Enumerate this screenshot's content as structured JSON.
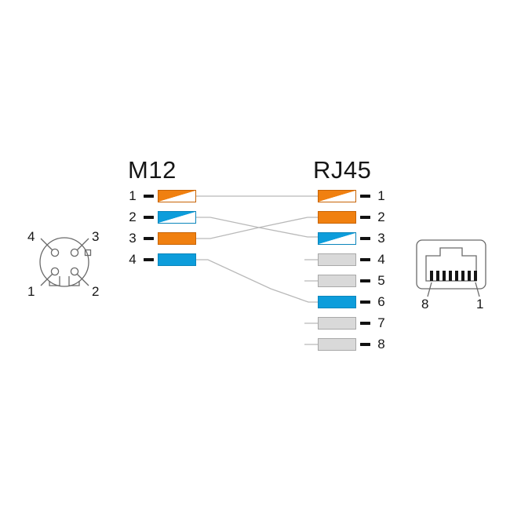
{
  "diagram": {
    "title_left": "M12",
    "title_right": "RJ45",
    "background_color": "#ffffff",
    "line_color": "#b9b9b9",
    "outline_color": "#555555",
    "colors": {
      "orange": "#F08010",
      "orange_border": "#C86405",
      "blue": "#0D9DDB",
      "blue_border": "#0B86BC",
      "gray": "#D9D9D9",
      "gray_border": "#A8A8A8",
      "dash_black": "#121212"
    }
  },
  "m12": {
    "label": "M12",
    "pins": [
      {
        "number": "1",
        "wire": "orange-white",
        "wire_label": "orange/white"
      },
      {
        "number": "2",
        "wire": "blue-white",
        "wire_label": "blue/white"
      },
      {
        "number": "3",
        "wire": "orange",
        "wire_label": "orange"
      },
      {
        "number": "4",
        "wire": "blue",
        "wire_label": "blue"
      }
    ],
    "connector_face": {
      "type": "m12-4pin-d-coded-socket",
      "hole_labels": [
        "4",
        "3",
        "1",
        "2"
      ]
    }
  },
  "rj45": {
    "label": "RJ45",
    "pins": [
      {
        "number": "1",
        "wire": "orange-white",
        "wire_label": "orange/white"
      },
      {
        "number": "2",
        "wire": "orange",
        "wire_label": "orange"
      },
      {
        "number": "3",
        "wire": "blue-white",
        "wire_label": "blue/white"
      },
      {
        "number": "4",
        "wire": "gray",
        "wire_label": "unused"
      },
      {
        "number": "5",
        "wire": "gray",
        "wire_label": "unused"
      },
      {
        "number": "6",
        "wire": "blue",
        "wire_label": "blue"
      },
      {
        "number": "7",
        "wire": "gray",
        "wire_label": "unused"
      },
      {
        "number": "8",
        "wire": "gray",
        "wire_label": "unused"
      }
    ],
    "connector_face": {
      "type": "rj45-jack-8p8c",
      "contact_count": 8,
      "left_label": "8",
      "right_label": "1"
    }
  },
  "connections": [
    {
      "from": "M12-1",
      "to": "RJ45-1"
    },
    {
      "from": "M12-2",
      "to": "RJ45-3"
    },
    {
      "from": "M12-3",
      "to": "RJ45-2"
    },
    {
      "from": "M12-4",
      "to": "RJ45-6"
    }
  ]
}
